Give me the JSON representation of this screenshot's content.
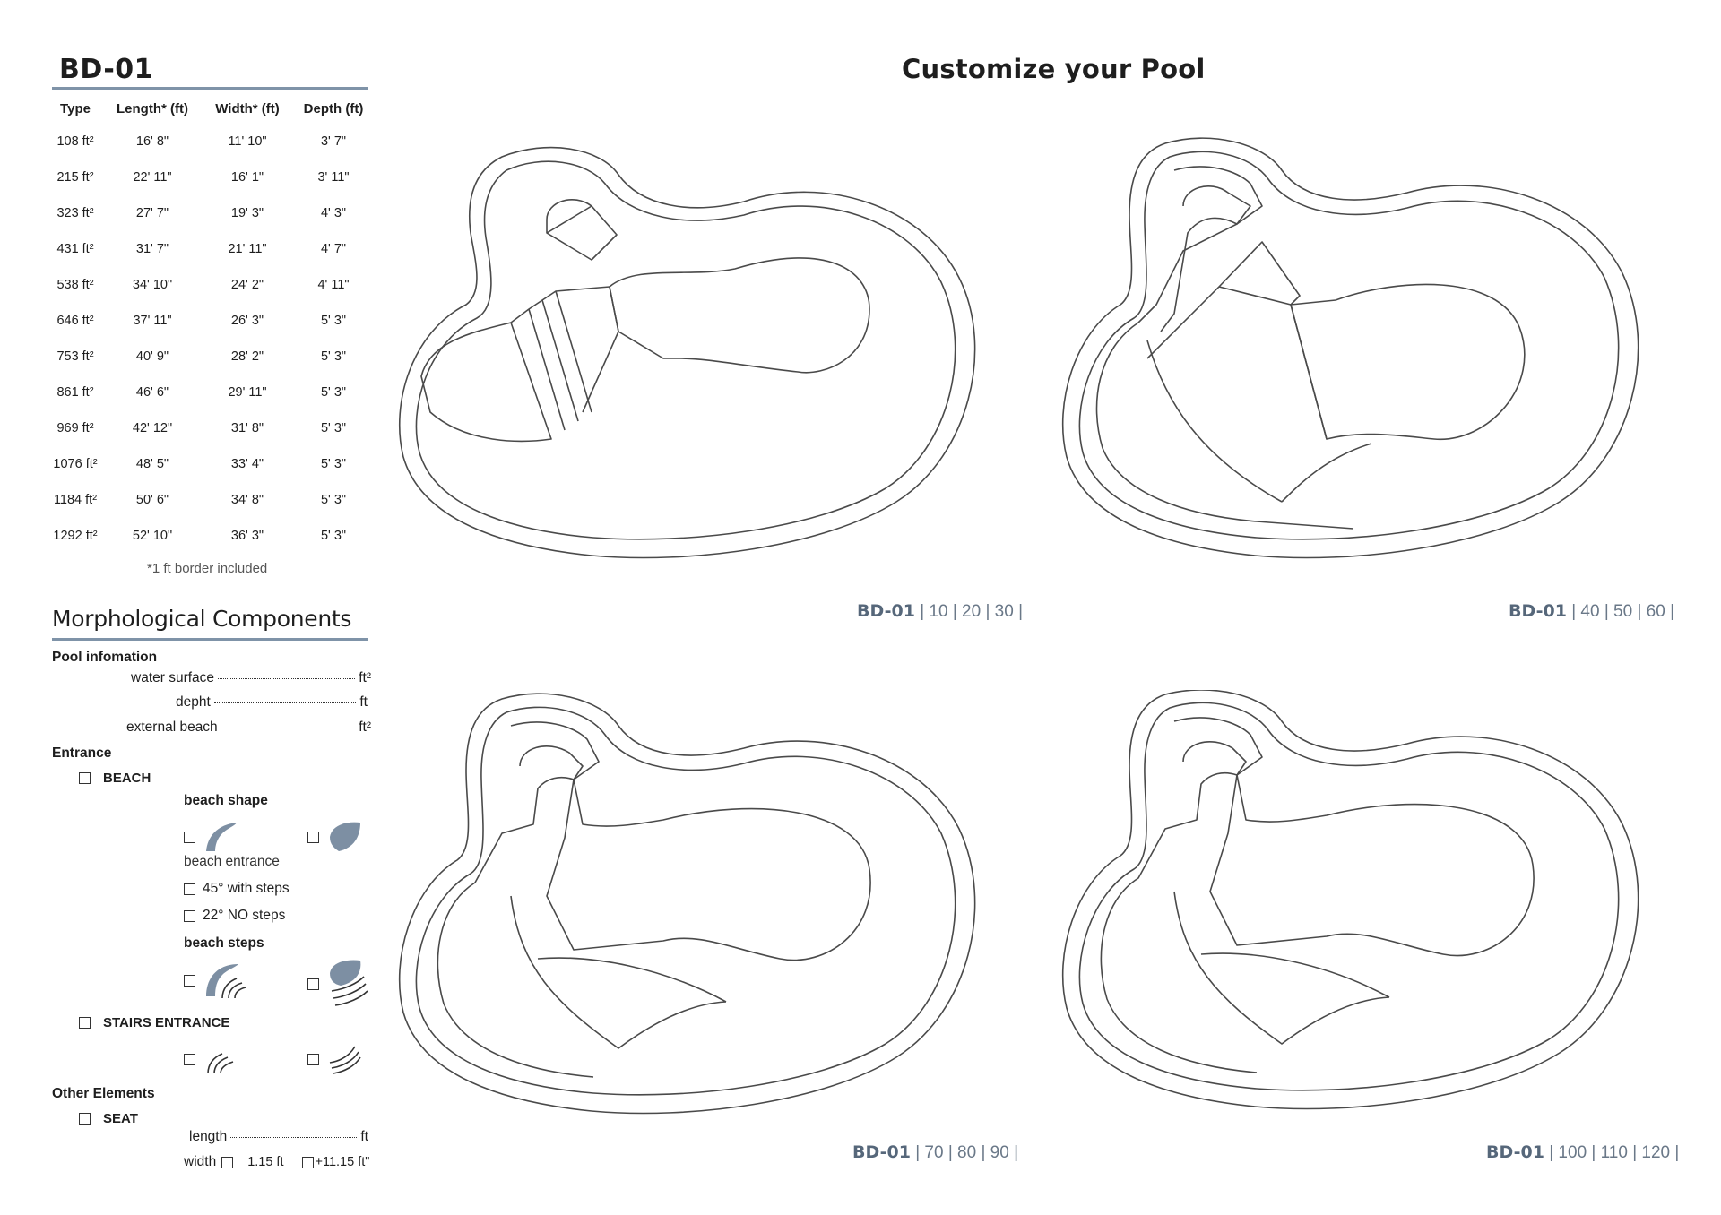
{
  "model": {
    "title": "BD-01"
  },
  "spec_table": {
    "headers": [
      "Type",
      "Length* (ft)",
      "Width* (ft)",
      "Depth (ft)"
    ],
    "rows": [
      [
        "108 ft²",
        "16' 8\"",
        "11' 10\"",
        "3' 7\""
      ],
      [
        "215 ft²",
        "22' 11\"",
        "16' 1\"",
        "3' 11\""
      ],
      [
        "323 ft²",
        "27' 7\"",
        "19' 3\"",
        "4' 3\""
      ],
      [
        "431 ft²",
        "31' 7\"",
        "21' 11\"",
        "4' 7\""
      ],
      [
        "538 ft²",
        "34' 10\"",
        "24' 2\"",
        "4' 11\""
      ],
      [
        "646 ft²",
        "37' 11\"",
        "26' 3\"",
        "5' 3\""
      ],
      [
        "753 ft²",
        "40' 9\"",
        "28' 2\"",
        "5' 3\""
      ],
      [
        "861 ft²",
        "46' 6\"",
        "29' 11\"",
        "5' 3\""
      ],
      [
        "969 ft²",
        "42' 12\"",
        "31' 8\"",
        "5' 3\""
      ],
      [
        "1076 ft²",
        "48' 5\"",
        "33' 4\"",
        "5' 3\""
      ],
      [
        "1184 ft²",
        "50' 6\"",
        "34' 8\"",
        "5' 3\""
      ],
      [
        "1292 ft²",
        "52' 10\"",
        "36' 3\"",
        "5' 3\""
      ]
    ],
    "footnote": "*1 ft border included"
  },
  "components": {
    "title": "Morphological Components",
    "pool_info": {
      "heading": "Pool infomation",
      "water_surface": "water surface",
      "water_surface_unit": "ft²",
      "depth": "depht",
      "depth_unit": "ft",
      "external_beach": "external beach",
      "external_beach_unit": "ft²"
    },
    "entrance": {
      "heading": "Entrance",
      "beach": "BEACH",
      "beach_shape": "beach shape",
      "beach_entrance": "beach entrance",
      "option_45": "45° with steps",
      "option_22": "22° NO steps",
      "beach_steps": "beach steps",
      "stairs": "STAIRS ENTRANCE"
    },
    "other": {
      "heading": "Other Elements",
      "seat": "SEAT",
      "length": "length",
      "length_unit": "ft",
      "width": "width",
      "width_opt1": "1.15 ft",
      "width_opt2": "+11.15 ft\""
    }
  },
  "main": {
    "title": "Customize your Pool",
    "captions": [
      {
        "code": "BD-01",
        "sizes": "| 10 |  20  | 30 |"
      },
      {
        "code": "BD-01",
        "sizes": "| 40 |  50  | 60 |"
      },
      {
        "code": "BD-01",
        "sizes": "| 70 |  80  | 90 |"
      },
      {
        "code": "BD-01",
        "sizes": "| 100 |  110  | 120 |"
      }
    ]
  },
  "colors": {
    "accent_rule": "#7f93a8",
    "icon_fill": "#7d8fa3",
    "caption": "#56677a"
  },
  "icons": [
    "beach-shape-corner-icon",
    "beach-shape-round-icon",
    "beach-steps-icon",
    "stairs-icon"
  ]
}
